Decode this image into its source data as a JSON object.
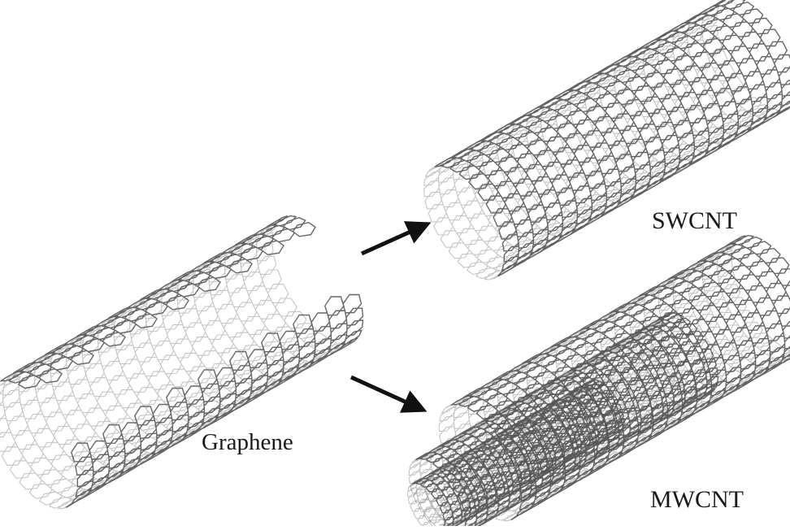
{
  "labels": {
    "graphene": "Graphene",
    "swcnt": "SWCNT",
    "mwcnt": "MWCNT"
  },
  "structures": [
    {
      "id": "graphene",
      "kind": "rolling-sheet",
      "shells": 1,
      "tilt_deg": -30
    },
    {
      "id": "swcnt",
      "kind": "tube",
      "shells": 1,
      "tilt_deg": -30
    },
    {
      "id": "mwcnt",
      "kind": "tube",
      "shells": 3,
      "tilt_deg": -30
    }
  ],
  "arrows": [
    {
      "from": "graphene",
      "to": "swcnt"
    },
    {
      "from": "graphene",
      "to": "mwcnt"
    }
  ],
  "colors": {
    "background": "#ffffff",
    "lattice": "#555555",
    "arrow": "#111111",
    "text": "#1a1a1a"
  }
}
